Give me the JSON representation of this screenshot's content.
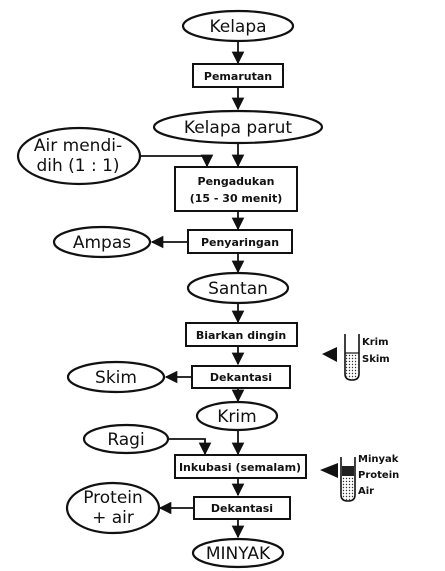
{
  "flowchart": {
    "nodes": {
      "kelapa": "Kelapa",
      "pemarutan": "Pemarutan",
      "kelapa_parut": "Kelapa parut",
      "air_mendidih_line1": "Air mendi-",
      "air_mendidih_line2": "dih (1 : 1)",
      "pengadukan_line1": "Pengadukan",
      "pengadukan_line2": "(15 - 30 menit)",
      "ampas": "Ampas",
      "penyaringan": "Penyaringan",
      "santan": "Santan",
      "biarkan_dingin": "Biarkan dingin",
      "skim": "Skim",
      "dekantasi_1": "Dekantasi",
      "krim": "Krim",
      "ragi": "Ragi",
      "inkubasi": "Inkubasi (semalam)",
      "protein_line1": "Protein",
      "protein_line2": "+ air",
      "dekantasi_2": "Dekantasi",
      "minyak": "MINYAK"
    },
    "tube_1": {
      "layer_top": "Krim",
      "layer_bottom": "Skim"
    },
    "tube_2": {
      "layer_top": "Minyak",
      "layer_middle": "Protein",
      "layer_bottom": "Air"
    }
  }
}
